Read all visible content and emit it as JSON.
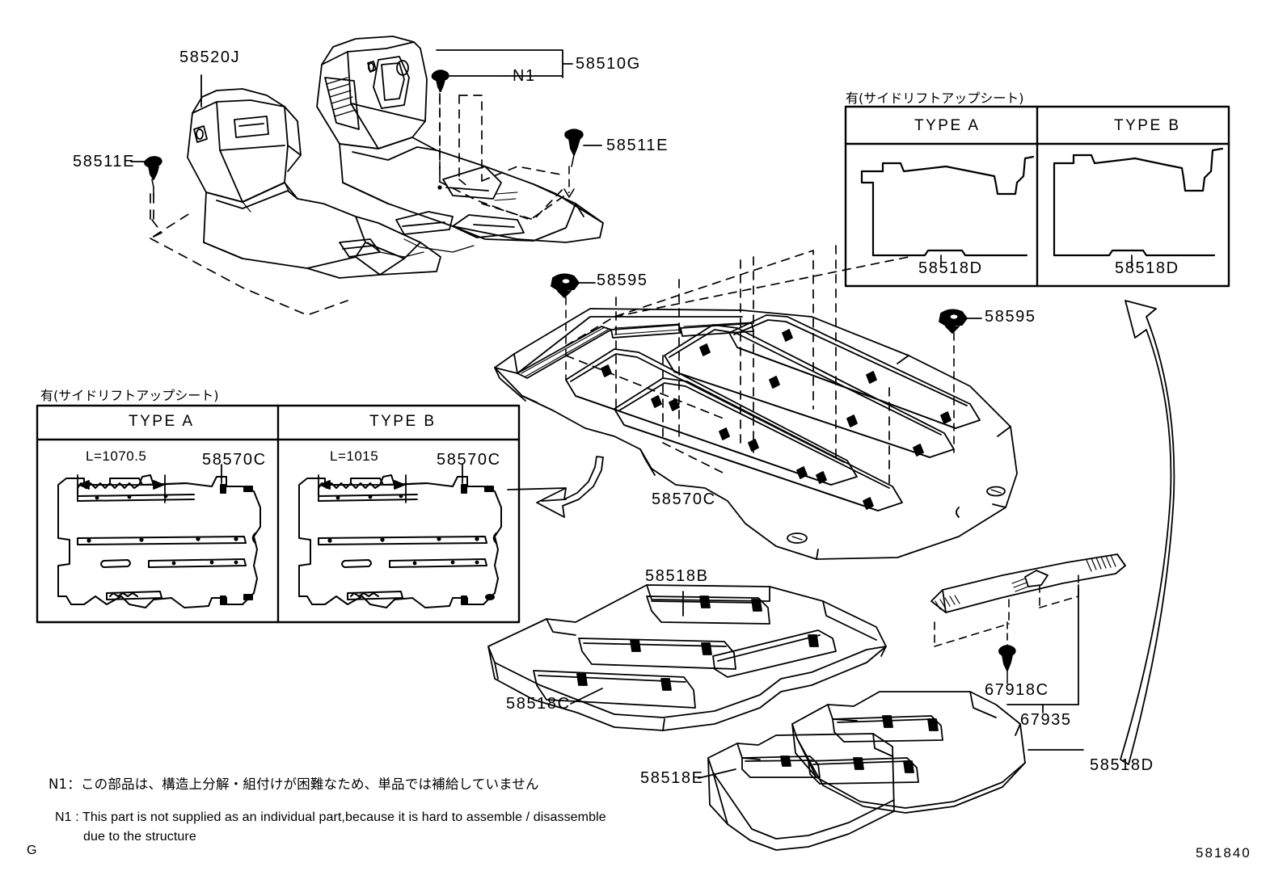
{
  "diagram": {
    "drawing_number": "581840",
    "corner_mark": "G"
  },
  "labels": {
    "p58520J": "58520J",
    "p58511E_left": "58511E",
    "p58511E_right": "58511E",
    "p58510G": "58510G",
    "n1_callout": "N1",
    "p58595_left": "58595",
    "p58595_right": "58595",
    "p58570C_main": "58570C",
    "p58518B": "58518B",
    "p58518C": "58518C",
    "p58518E": "58518E",
    "p58518D_main": "58518D",
    "p67918C": "67918C",
    "p67935": "67935"
  },
  "inset_top_right": {
    "caption": "有(サイドリフトアップシート)",
    "columns": [
      {
        "header": "TYPE A",
        "part": "58518D"
      },
      {
        "header": "TYPE B",
        "part": "58518D"
      }
    ]
  },
  "inset_bottom_left": {
    "caption": "有(サイドリフトアップシート)",
    "columns": [
      {
        "header": "TYPE A",
        "dimension": "L=1070.5",
        "part": "58570C"
      },
      {
        "header": "TYPE B",
        "dimension": "L=1015",
        "part": "58570C"
      }
    ]
  },
  "notes": {
    "jp": "N1：この部品は、構造上分解・組付けが困難なため、単品では補給していません",
    "en_line1": "N1 :  This part is not supplied as an individual part,because it is hard to assemble / disassemble",
    "en_line2": "due to the structure"
  }
}
